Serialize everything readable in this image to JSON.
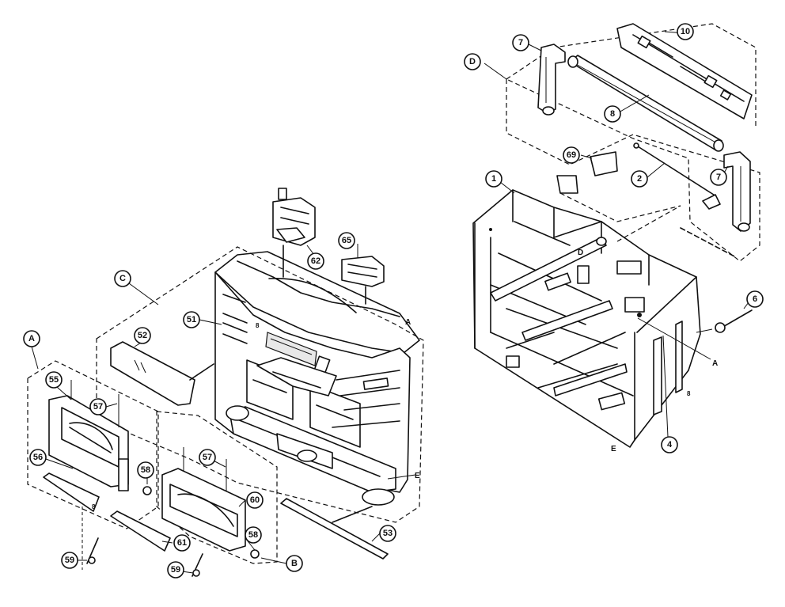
{
  "diagram": {
    "assembly_labels": {
      "a": "A",
      "b": "B",
      "c": "C",
      "d": "D"
    },
    "connector_labels": {
      "a": "A",
      "e": "E"
    },
    "side_marks": {
      "cabinet": "8",
      "front_panel": "8",
      "cabinet_pcb": "8"
    },
    "callouts": {
      "p1": "1",
      "p2": "2",
      "p4": "4",
      "p6": "6",
      "p7": "7",
      "p8": "8",
      "p10": "10",
      "p51": "51",
      "p52": "52",
      "p53": "53",
      "p55": "55",
      "p56": "56",
      "p57": "57",
      "p58": "58",
      "p59": "59",
      "p60": "60",
      "p61": "61",
      "p62": "62",
      "p65": "65",
      "p69": "69"
    }
  }
}
